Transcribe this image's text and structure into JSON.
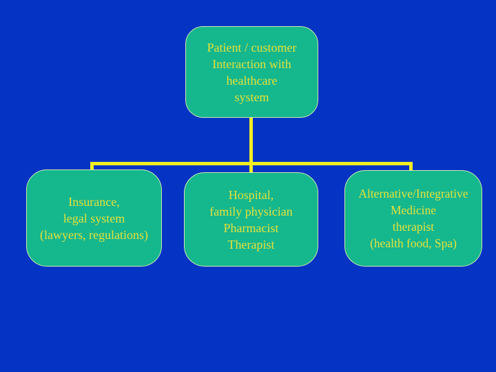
{
  "colors": {
    "background": "#0534c4",
    "node_fill": "#15b78d",
    "node_border": "#cfe9b0",
    "text": "#e6e23b",
    "connector": "#f2ee22"
  },
  "diagram": {
    "nodes": {
      "top": {
        "lines": [
          "Patient / customer",
          "Interaction with",
          "healthcare",
          "system"
        ]
      },
      "left": {
        "lines": [
          "Insurance,",
          "legal system",
          "(lawyers, regulations)"
        ]
      },
      "middle": {
        "lines": [
          "Hospital,",
          "family physician",
          "Pharmacist",
          "Therapist"
        ]
      },
      "right": {
        "lines": [
          "Alternative/Integrative",
          "Medicine",
          "therapist",
          "(health food, Spa)"
        ]
      }
    }
  }
}
